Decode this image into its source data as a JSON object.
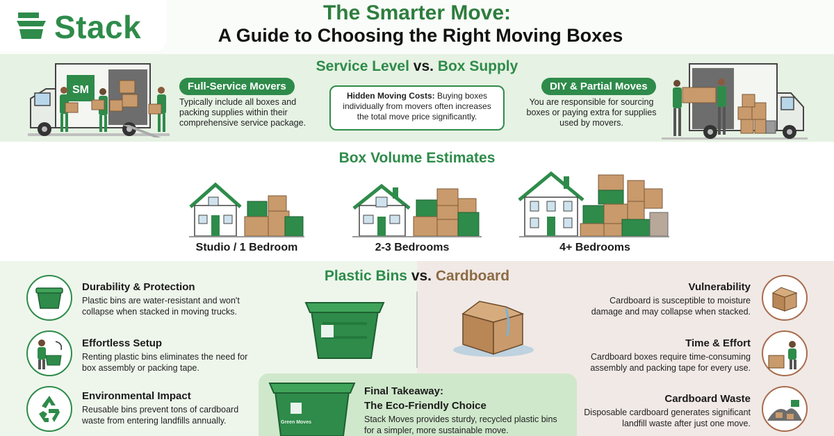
{
  "brand": {
    "name": "Stack",
    "color": "#2e8b4a"
  },
  "header": {
    "title_line1": "The Smarter Move:",
    "title_line2": "A Guide to Choosing the Right Moving Boxes"
  },
  "service": {
    "title_a": "Service Level",
    "title_vs": "vs.",
    "title_b": "Box Supply",
    "full_service": {
      "label": "Full-Service Movers",
      "desc": "Typically include all boxes and packing supplies within their comprehensive service package."
    },
    "hidden_costs": {
      "label": "Hidden Moving Costs:",
      "desc": "Buying boxes individually from movers often increases the total move price significantly."
    },
    "diy": {
      "label": "DIY & Partial Moves",
      "desc": "You are responsible for sourcing boxes or paying extra for supplies used by movers."
    }
  },
  "volume": {
    "title": "Box Volume Estimates",
    "items": [
      {
        "label": "Studio / 1 Bedroom"
      },
      {
        "label": "2-3 Bedrooms"
      },
      {
        "label": "4+ Bedrooms"
      }
    ]
  },
  "compare": {
    "title_a": "Plastic Bins",
    "title_vs": "vs.",
    "title_b": "Cardboard",
    "plastic": [
      {
        "title": "Durability & Protection",
        "desc": "Plastic bins are water-resistant and won't collapse when stacked in moving trucks.",
        "icon": "bin-icon"
      },
      {
        "title": "Effortless Setup",
        "desc": "Renting plastic bins eliminates the need for box assembly or packing tape.",
        "icon": "person-with-bin-icon"
      },
      {
        "title": "Environmental Impact",
        "desc": "Reusable bins prevent tons of cardboard waste from entering landfills annually.",
        "icon": "recycle-icon"
      }
    ],
    "cardboard": [
      {
        "title": "Vulnerability",
        "desc": "Cardboard is susceptible to moisture damage and may collapse when stacked.",
        "icon": "damaged-box-icon"
      },
      {
        "title": "Time & Effort",
        "desc": "Cardboard boxes require time-consuming assembly and packing tape for every use.",
        "icon": "person-taping-box-icon"
      },
      {
        "title": "Cardboard Waste",
        "desc": "Disposable cardboard generates significant landfill waste after just one move.",
        "icon": "landfill-icon"
      }
    ],
    "bin_label": "Green Moves"
  },
  "final": {
    "title_line1": "Final Takeaway:",
    "title_line2": "The Eco-Friendly Choice",
    "desc": "Stack Moves provides sturdy, recycled plastic bins for a simpler, more sustainable move."
  },
  "colors": {
    "green": "#2e8b4a",
    "dark_green": "#2e7d3e",
    "brown": "#8b6a44",
    "cardboard": "#c99a6b",
    "light_green_bg": "#e6f2e3",
    "pink_bg": "#f1e9e6"
  }
}
